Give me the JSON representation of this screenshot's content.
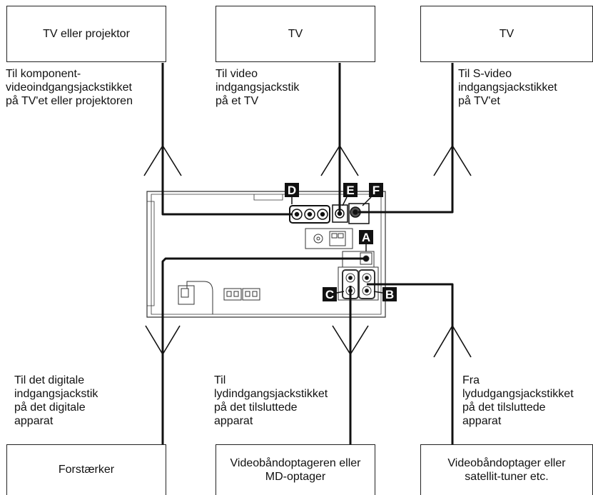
{
  "boxes": {
    "top_left": "TV eller projektor",
    "top_middle": "TV",
    "top_right": "TV",
    "bottom_left": "Forstærker",
    "bottom_middle": "Videobåndoptageren eller\nMD-optager",
    "bottom_right": "Videobåndoptager eller\nsatellit-tuner etc."
  },
  "captions": {
    "top_left": "Til komponent-\nvideoindgangsjackstikket\npå TV'et eller projektoren",
    "top_middle": "Til video\nindgangsjackstik\npå et TV",
    "top_right": "Til S-video\nindgangsjackstikket\npå TV'et",
    "bottom_left": "Til det digitale\nindgangsjackstik\npå det digitale\napparat",
    "bottom_middle": "Til\nlydindgangsjackstikket\npå det tilsluttede\napparat",
    "bottom_right": "Fra\nlydudgangsjackstikket\npå det tilsluttede\napparat"
  },
  "badges": {
    "a": "A",
    "b": "B",
    "c": "C",
    "d": "D",
    "e": "E",
    "f": "F"
  },
  "colors": {
    "line": "#111111",
    "badge_bg": "#111111",
    "badge_text": "#ffffff",
    "device_outline": "#333333"
  }
}
